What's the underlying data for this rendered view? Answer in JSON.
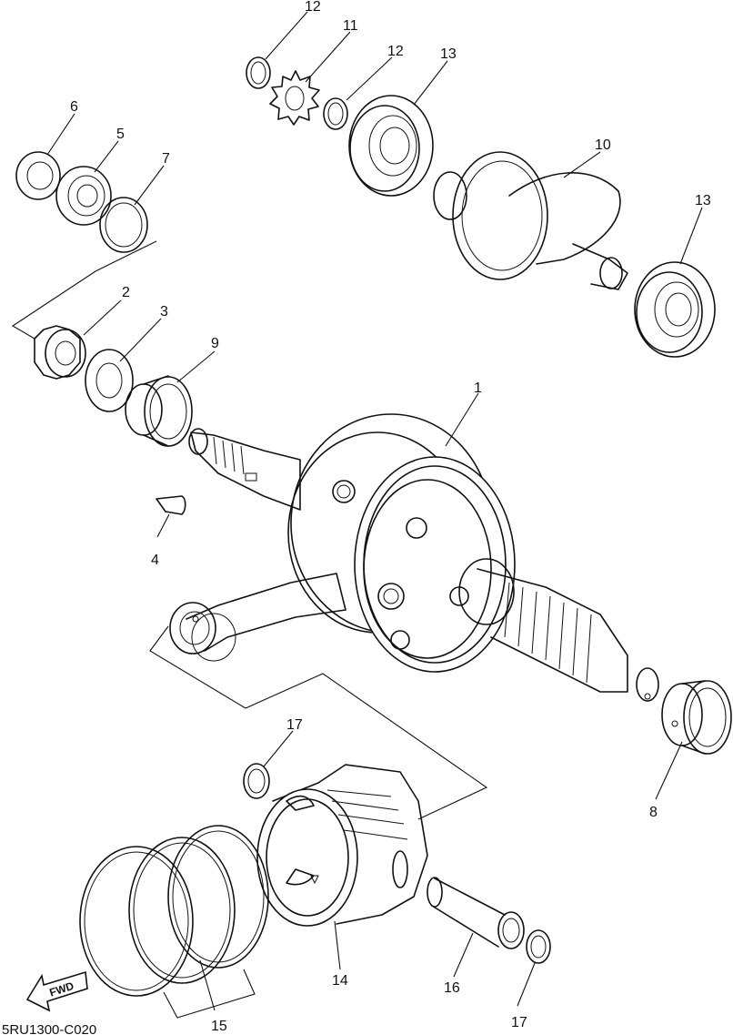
{
  "callouts": {
    "c1": "1",
    "c2": "2",
    "c3": "3",
    "c4": "4",
    "c5": "5",
    "c6": "6",
    "c7": "7",
    "c8": "8",
    "c9": "9",
    "c10": "10",
    "c11": "11",
    "c12a": "12",
    "c12b": "12",
    "c13a": "13",
    "c13b": "13",
    "c14": "14",
    "c15": "15",
    "c16": "16",
    "c17a": "17",
    "c17b": "17"
  },
  "diagram_code": "5RU1300-C020",
  "fwd_label": "FWD"
}
